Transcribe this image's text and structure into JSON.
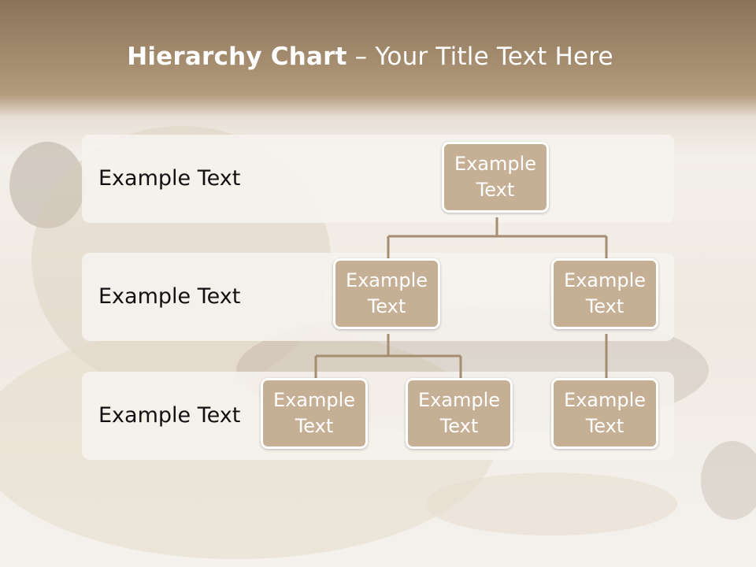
{
  "title": {
    "bold": "Hierarchy Chart",
    "rest": " – Your Title Text Here"
  },
  "rows": [
    {
      "label": "Example Text"
    },
    {
      "label": "Example Text"
    },
    {
      "label": "Example Text"
    }
  ],
  "nodes": {
    "root": "Example Text",
    "level2_left": "Example Text",
    "level2_right": "Example Text",
    "level3_a": "Example Text",
    "level3_b": "Example Text",
    "level3_c": "Example Text"
  },
  "colors": {
    "node_fill": "#c5b096",
    "connector": "#a48d70",
    "title_band": "#8a7358"
  }
}
